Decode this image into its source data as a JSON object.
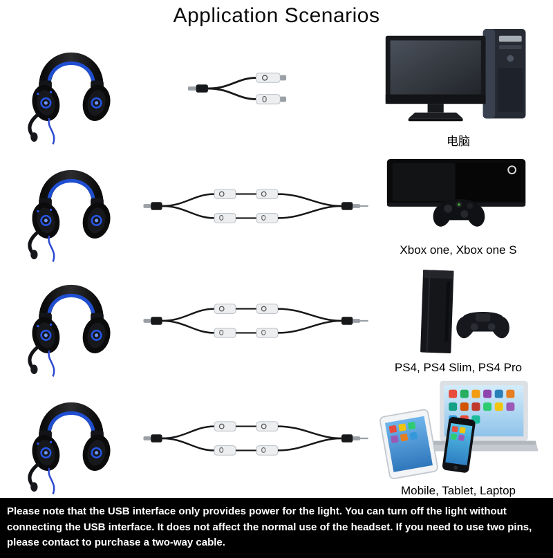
{
  "title": "Application Scenarios",
  "rows": [
    {
      "scenario": "pc",
      "label": "电脑",
      "headset_icon": "gaming-headset-icon",
      "cable_icon": "splitter-cable-icon",
      "device_icon": "desktop-computer-icon"
    },
    {
      "scenario": "xbox",
      "label": "Xbox one, Xbox one S",
      "headset_icon": "gaming-headset-icon",
      "cable_icon": "dual-splitter-cable-icon",
      "device_icon": "xbox-console-icon"
    },
    {
      "scenario": "ps4",
      "label": "PS4, PS4 Slim, PS4 Pro",
      "headset_icon": "gaming-headset-icon",
      "cable_icon": "dual-splitter-cable-icon",
      "device_icon": "ps4-console-icon"
    },
    {
      "scenario": "mobile",
      "label": "Mobile, Tablet, Laptop",
      "headset_icon": "gaming-headset-icon",
      "cable_icon": "dual-splitter-cable-icon",
      "device_icon": "mobile-tablet-laptop-icon"
    }
  ],
  "note": "Please note that the USB interface only provides power for the light. You can turn off the light without connecting the USB interface. It does not affect the normal use of the headset. If you need to use two pins, please contact to purchase a two-way cable.",
  "colors": {
    "headset_accent": "#2656e8",
    "note_background": "#000000",
    "note_text": "#ffffff",
    "background": "#ffffff"
  }
}
